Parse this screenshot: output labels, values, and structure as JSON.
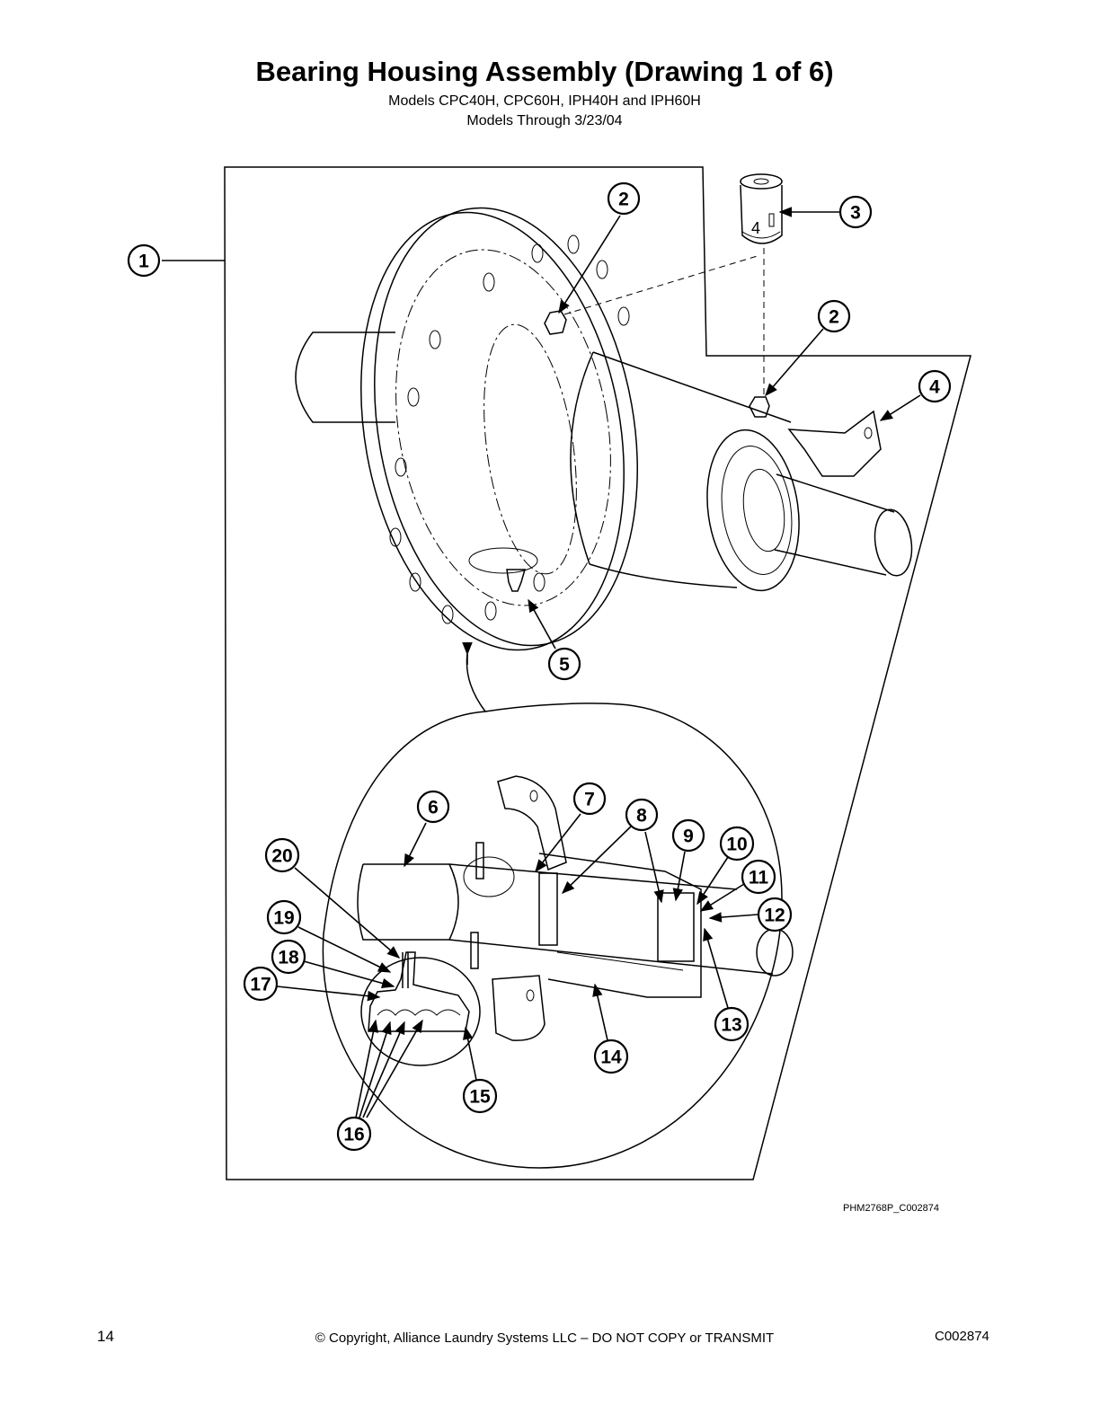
{
  "header": {
    "title": "Bearing Housing Assembly (Drawing 1 of 6)",
    "models": "Models CPC40H, CPC60H, IPH40H and IPH60H",
    "through": "Models Through 3/23/04"
  },
  "diagram": {
    "drawing_code": "PHM2768P_C002874",
    "callouts": [
      "1",
      "2",
      "3",
      "2",
      "4",
      "5",
      "6",
      "7",
      "8",
      "9",
      "10",
      "11",
      "12",
      "13",
      "14",
      "15",
      "16",
      "17",
      "18",
      "19",
      "20"
    ],
    "grease_cartridge_marking": "4"
  },
  "footer": {
    "page_number": "14",
    "copyright": "© Copyright, Alliance Laundry Systems LLC – DO NOT COPY or TRANSMIT",
    "document_code": "C002874"
  }
}
